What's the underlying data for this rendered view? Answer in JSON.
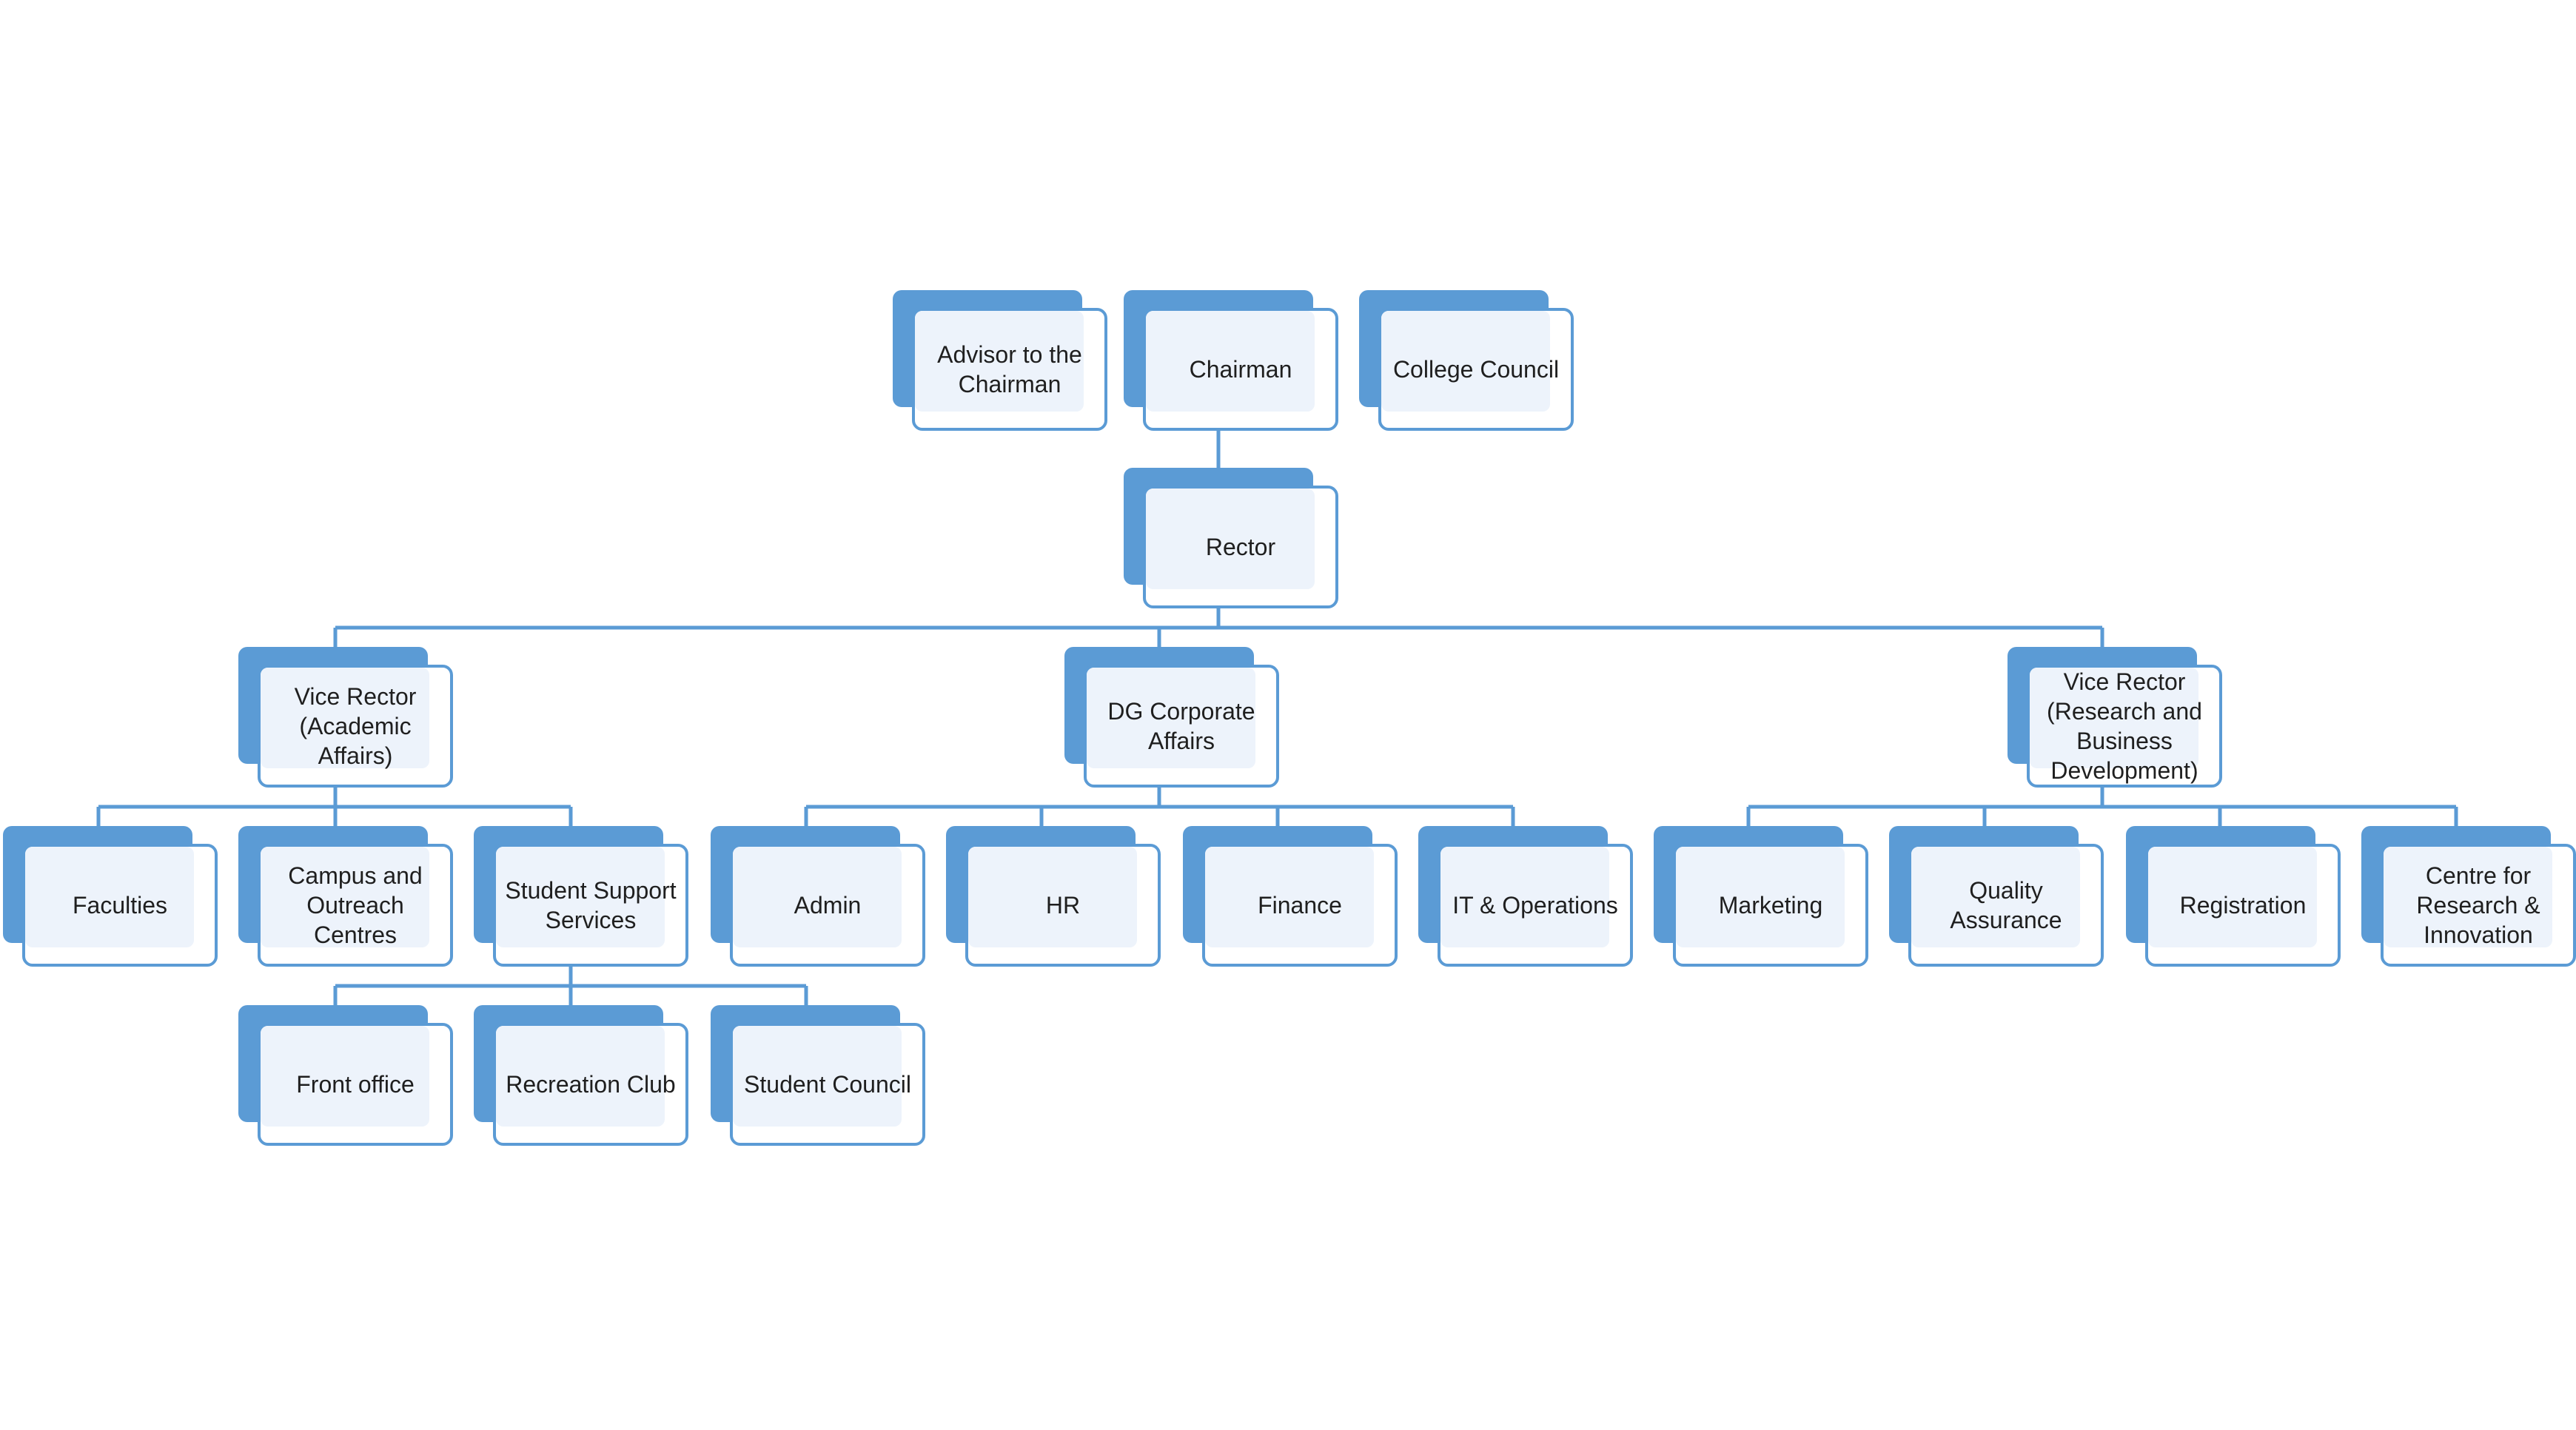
{
  "diagram": {
    "colors": {
      "accent": "#5b9bd5",
      "box_fill": "#ffffff",
      "inner_fill": "#edf3fb",
      "text": "#1f1f1f",
      "connector": "#5b9bd5"
    },
    "nodes": {
      "advisor": "Advisor to the Chairman",
      "chairman": "Chairman",
      "college_council": "College Council",
      "rector": "Rector",
      "vr_academic": "Vice Rector (Academic Affairs)",
      "dg_corporate": "DG Corporate Affairs",
      "vr_research": "Vice Rector (Research and Business Development)",
      "faculties": "Faculties",
      "campus": "Campus and Outreach Centres",
      "student_support": "Student Support Services",
      "admin": "Admin",
      "hr": "HR",
      "finance": "Finance",
      "it_ops": "IT & Operations",
      "marketing": "Marketing",
      "quality": "Quality Assurance",
      "registration": "Registration",
      "centre_research": "Centre for Research & Innovation",
      "front_office": "Front office",
      "recreation": "Recreation Club",
      "student_council": "Student Council"
    }
  }
}
